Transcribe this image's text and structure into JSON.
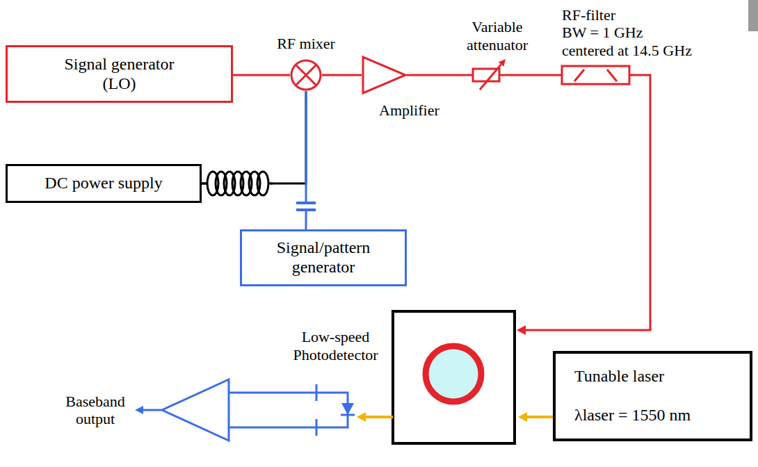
{
  "diagram": {
    "nodes": [
      {
        "text": [
          "Signal generator (LO)"
        ]
      },
      {
        "text": [
          "RF mixer"
        ]
      },
      {
        "text": [
          "Amplifier"
        ]
      },
      {
        "text": [
          "Variable attenuator"
        ]
      },
      {
        "text": [
          "RF-filter",
          "BW = 1 GHz",
          "centered at 14.5 GHz"
        ]
      },
      {
        "text": [
          "DC power supply"
        ]
      },
      {
        "text": [
          "Signal/pattern generator"
        ]
      },
      {
        "text": [
          "Baseband output"
        ]
      },
      {
        "text": [
          "Low-speed Photodetector"
        ]
      },
      {
        "text": [
          "Tunable laser",
          "λlaser = 1550 nm"
        ]
      }
    ],
    "edges": [
      {
        "from": 0,
        "to": 1,
        "arrow": "none"
      },
      {
        "from": 1,
        "to": 2,
        "arrow": "none"
      },
      {
        "from": 2,
        "to": 3,
        "arrow": "none"
      },
      {
        "from": 3,
        "to": 4,
        "arrow": "none"
      },
      {
        "from": 5,
        "to": 1,
        "arrow": "none"
      },
      {
        "from": 6,
        "to": 1,
        "arrow": "none"
      },
      {
        "from": 8,
        "to": 7,
        "arrow": "none"
      }
    ]
  }
}
